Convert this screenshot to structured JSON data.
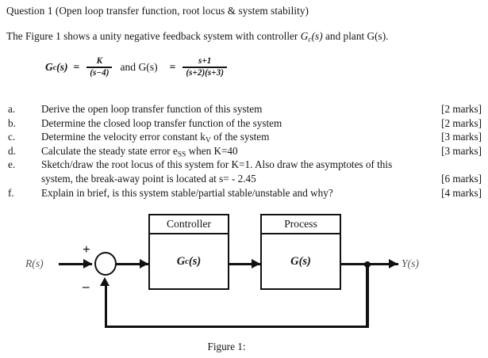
{
  "question": {
    "title": "Question 1 (Open loop transfer function, root locus & system stability)",
    "intro_before": "The Figure 1 shows a unity negative feedback system with controller ",
    "intro_gc": "G",
    "intro_gc_sub": "c",
    "intro_gc_arg": "(s)",
    "intro_after": " and plant G(s)."
  },
  "formula": {
    "gc_name": "G",
    "gc_sub": "c",
    "gc_arg": "(s)",
    "equals": "=",
    "gc_numerator": "K",
    "gc_denominator": "(s−4)",
    "and_text": "and G(s)",
    "equals2": "=",
    "g_numerator": "s+1",
    "g_denominator": "(s+2)(s+3)"
  },
  "tasks": [
    {
      "letter": "a.",
      "text": "Derive the open loop transfer function of this system",
      "marks": "[2 marks]",
      "cont": ""
    },
    {
      "letter": "b.",
      "text": "Determine the closed loop transfer function of the system",
      "marks": "[2 marks]",
      "cont": ""
    },
    {
      "letter": "c.",
      "text": "Determine the velocity error constant k",
      "text_sub": "V",
      "text_tail": " of the system",
      "marks": "[3 marks]",
      "cont": ""
    },
    {
      "letter": "d.",
      "text": "Calculate the steady state error e",
      "text_sub": "SS",
      "text_tail": " when K=40",
      "marks": "[3 marks]",
      "cont": ""
    },
    {
      "letter": "e.",
      "text": "Sketch/draw the root locus of this system for K=1. Also draw the asymptotes of this",
      "marks": "",
      "cont": "system, the break-away point is located at s= - 2.45",
      "cont_marks": "[6 marks]"
    },
    {
      "letter": "f.",
      "text": "Explain in brief, is this system stable/partial stable/unstable and why?",
      "marks": "[4 marks]",
      "cont": ""
    }
  ],
  "diagram": {
    "input_label": "R(s)",
    "output_label": "Y(s)",
    "plus_sign": "+",
    "minus_sign": "–",
    "controller": {
      "header": "Controller",
      "body_name": "G",
      "body_sub": "c",
      "body_arg": "(s)"
    },
    "process": {
      "header": "Process",
      "body_name": "G",
      "body_arg": "(s)"
    },
    "caption": "Figure 1:"
  },
  "colors": {
    "ink": "#141414",
    "line": "#111111",
    "label_gray": "#555555",
    "background": "#ffffff"
  }
}
